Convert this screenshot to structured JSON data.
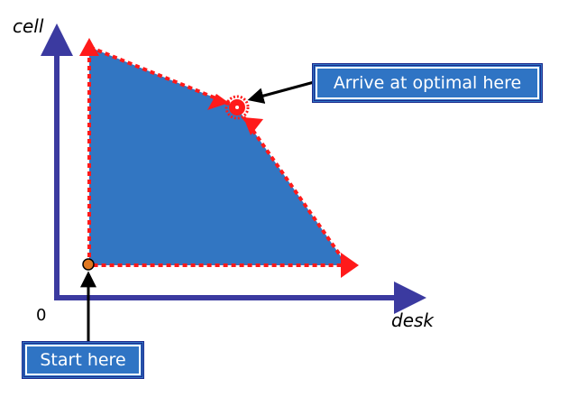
{
  "axes": {
    "y_label": "cell",
    "x_label": "desk",
    "origin_label": "0"
  },
  "callouts": {
    "optimal": "Arrive at optimal here",
    "start": "Start here"
  },
  "colors": {
    "region_fill": "#3276c2",
    "axis": "#3b3aa0",
    "path_red": "#ff1a1a",
    "start_marker": "#e07820",
    "callout_fill": "#2f74c4",
    "callout_border": "#1c2a8c"
  }
}
